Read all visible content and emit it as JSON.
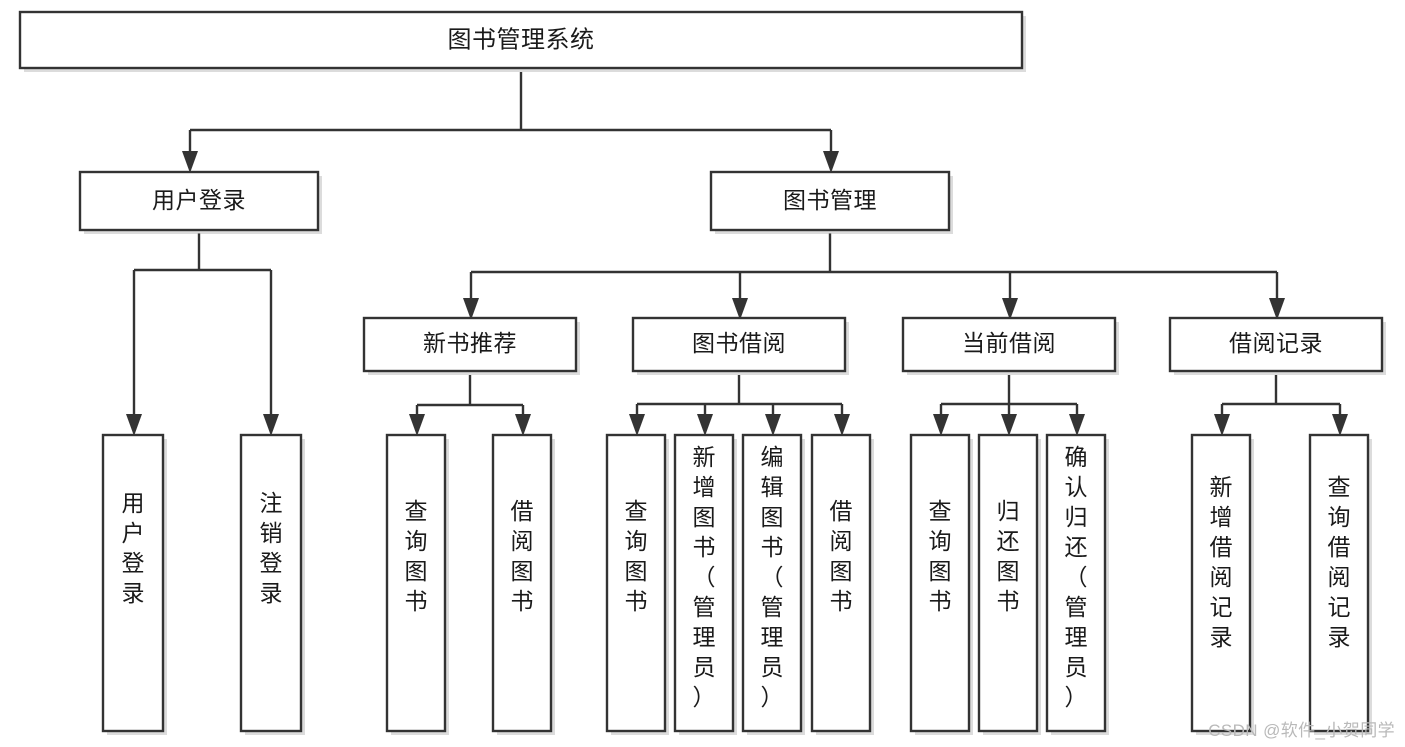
{
  "diagram": {
    "type": "tree-hierarchy",
    "title": "图书管理系统",
    "watermark": "CSDN @软件_小贺同学",
    "colors": {
      "box_fill": "#ffffff",
      "box_stroke": "#333333",
      "text": "#1a1a1a",
      "watermark": "#b9b9b9",
      "background": "#ffffff"
    },
    "root": {
      "label": "图书管理系统"
    },
    "level2": [
      {
        "id": "user-login",
        "label": "用户登录"
      },
      {
        "id": "book-manage",
        "label": "图书管理"
      }
    ],
    "level3": [
      {
        "id": "new-book-recommend",
        "label": "新书推荐",
        "parent": "book-manage"
      },
      {
        "id": "book-borrow",
        "label": "图书借阅",
        "parent": "book-manage"
      },
      {
        "id": "current-borrow",
        "label": "当前借阅",
        "parent": "book-manage"
      },
      {
        "id": "borrow-record",
        "label": "借阅记录",
        "parent": "book-manage"
      }
    ],
    "leaves": {
      "user-login": [
        {
          "id": "leaf-user-login",
          "label": "用户登录"
        },
        {
          "id": "leaf-user-logout",
          "label": "注销登录"
        }
      ],
      "new-book-recommend": [
        {
          "id": "leaf-query-book-1",
          "label": "查询图书"
        },
        {
          "id": "leaf-borrow-book-1",
          "label": "借阅图书"
        }
      ],
      "book-borrow": [
        {
          "id": "leaf-query-book-2",
          "label": "查询图书"
        },
        {
          "id": "leaf-add-book",
          "label": "新增图书（管理员）"
        },
        {
          "id": "leaf-edit-book",
          "label": "编辑图书（管理员）"
        },
        {
          "id": "leaf-borrow-book-2",
          "label": "借阅图书"
        }
      ],
      "current-borrow": [
        {
          "id": "leaf-query-book-3",
          "label": "查询图书"
        },
        {
          "id": "leaf-return-book",
          "label": "归还图书"
        },
        {
          "id": "leaf-confirm-return",
          "label": "确认归还（管理员）"
        }
      ],
      "borrow-record": [
        {
          "id": "leaf-add-record",
          "label": "新增借阅记录"
        },
        {
          "id": "leaf-query-record",
          "label": "查询借阅记录"
        }
      ]
    }
  }
}
